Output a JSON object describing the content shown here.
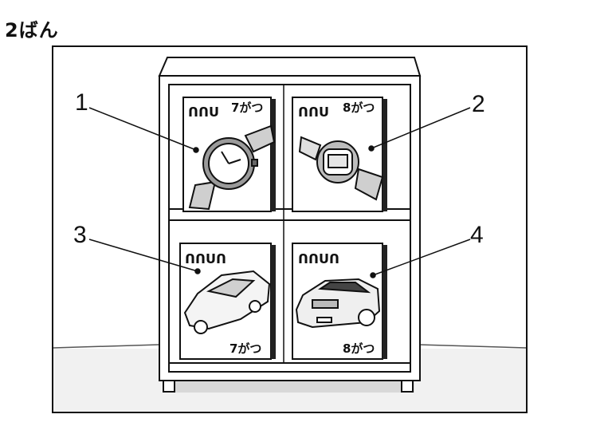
{
  "title": "2ばん",
  "numbers": {
    "n1": "1",
    "n2": "2",
    "n3": "3",
    "n4": "4"
  },
  "posters": {
    "p1": {
      "code": "ᑎᑎᑌ",
      "month": "7がつ"
    },
    "p2": {
      "code": "ᑎᑎᑌ",
      "month": "8がつ"
    },
    "p3": {
      "code": "ᑎᑎᑌᑎ",
      "month": "7がつ"
    },
    "p4": {
      "code": "ᑎᑎᑌᑎ",
      "month": "8がつ"
    }
  },
  "icons": [
    "analog-watch-icon",
    "digital-watch-icon",
    "compact-car-icon",
    "sedan-car-icon"
  ]
}
